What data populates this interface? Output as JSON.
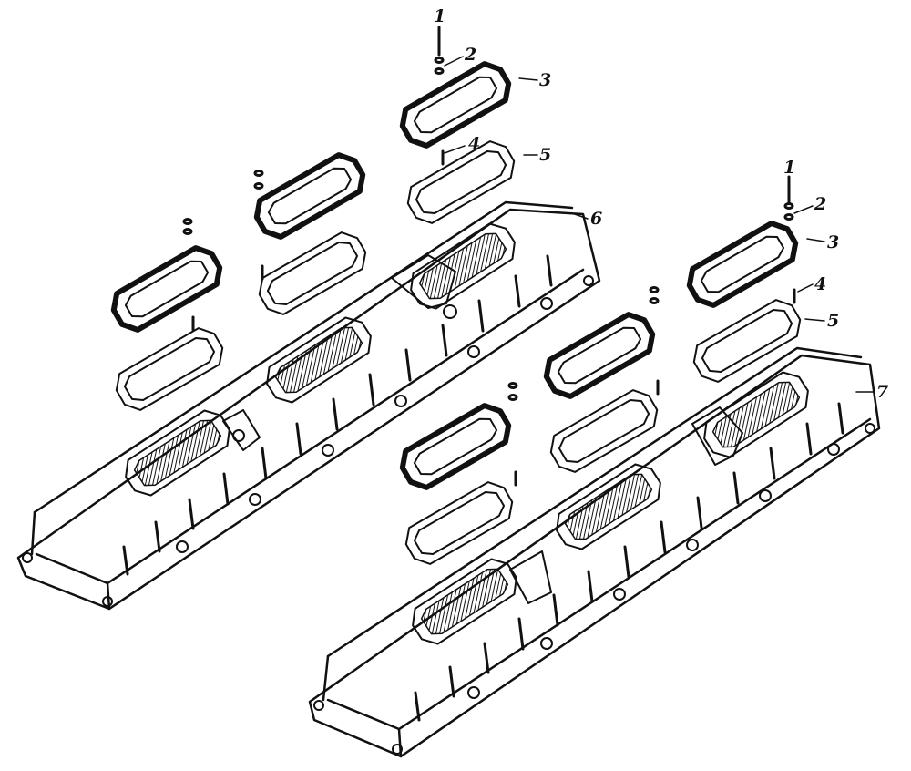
{
  "diagram": {
    "callouts": [
      {
        "id": "A1",
        "text": "1"
      },
      {
        "id": "A2",
        "text": "2"
      },
      {
        "id": "A3",
        "text": "3"
      },
      {
        "id": "A4",
        "text": "4"
      },
      {
        "id": "A5",
        "text": "5"
      },
      {
        "id": "A6",
        "text": "6"
      },
      {
        "id": "B1",
        "text": "1"
      },
      {
        "id": "B2",
        "text": "2"
      },
      {
        "id": "B3",
        "text": "3"
      },
      {
        "id": "B4",
        "text": "4"
      },
      {
        "id": "B5",
        "text": "5"
      },
      {
        "id": "B7",
        "text": "7"
      }
    ]
  }
}
